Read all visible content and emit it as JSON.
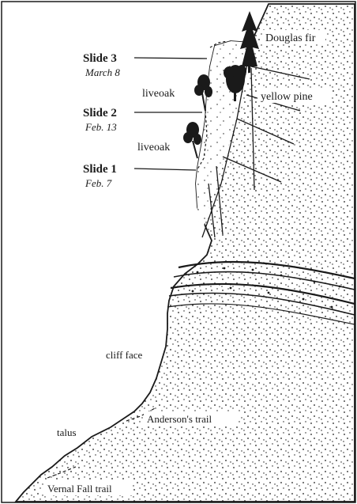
{
  "slides": [
    {
      "label": "Slide 3",
      "date": "March 8"
    },
    {
      "label": "Slide 2",
      "date": "Feb. 13"
    },
    {
      "label": "Slide 1",
      "date": "Feb. 7"
    }
  ],
  "vegetation": {
    "douglas_fir": "Douglas fir",
    "yellow_pine": "yellow pine",
    "liveoak_upper": "liveoak",
    "liveoak_lower": "liveoak"
  },
  "features": {
    "cliff_face": "cliff face",
    "andersons_trail": "Anderson's trail",
    "talus": "talus",
    "vernal_fall_trail": "Vernal Fall trail"
  },
  "colors": {
    "ink": "#1a1a1a",
    "rock_fill": "#ffffff",
    "background": "#ffffff"
  }
}
